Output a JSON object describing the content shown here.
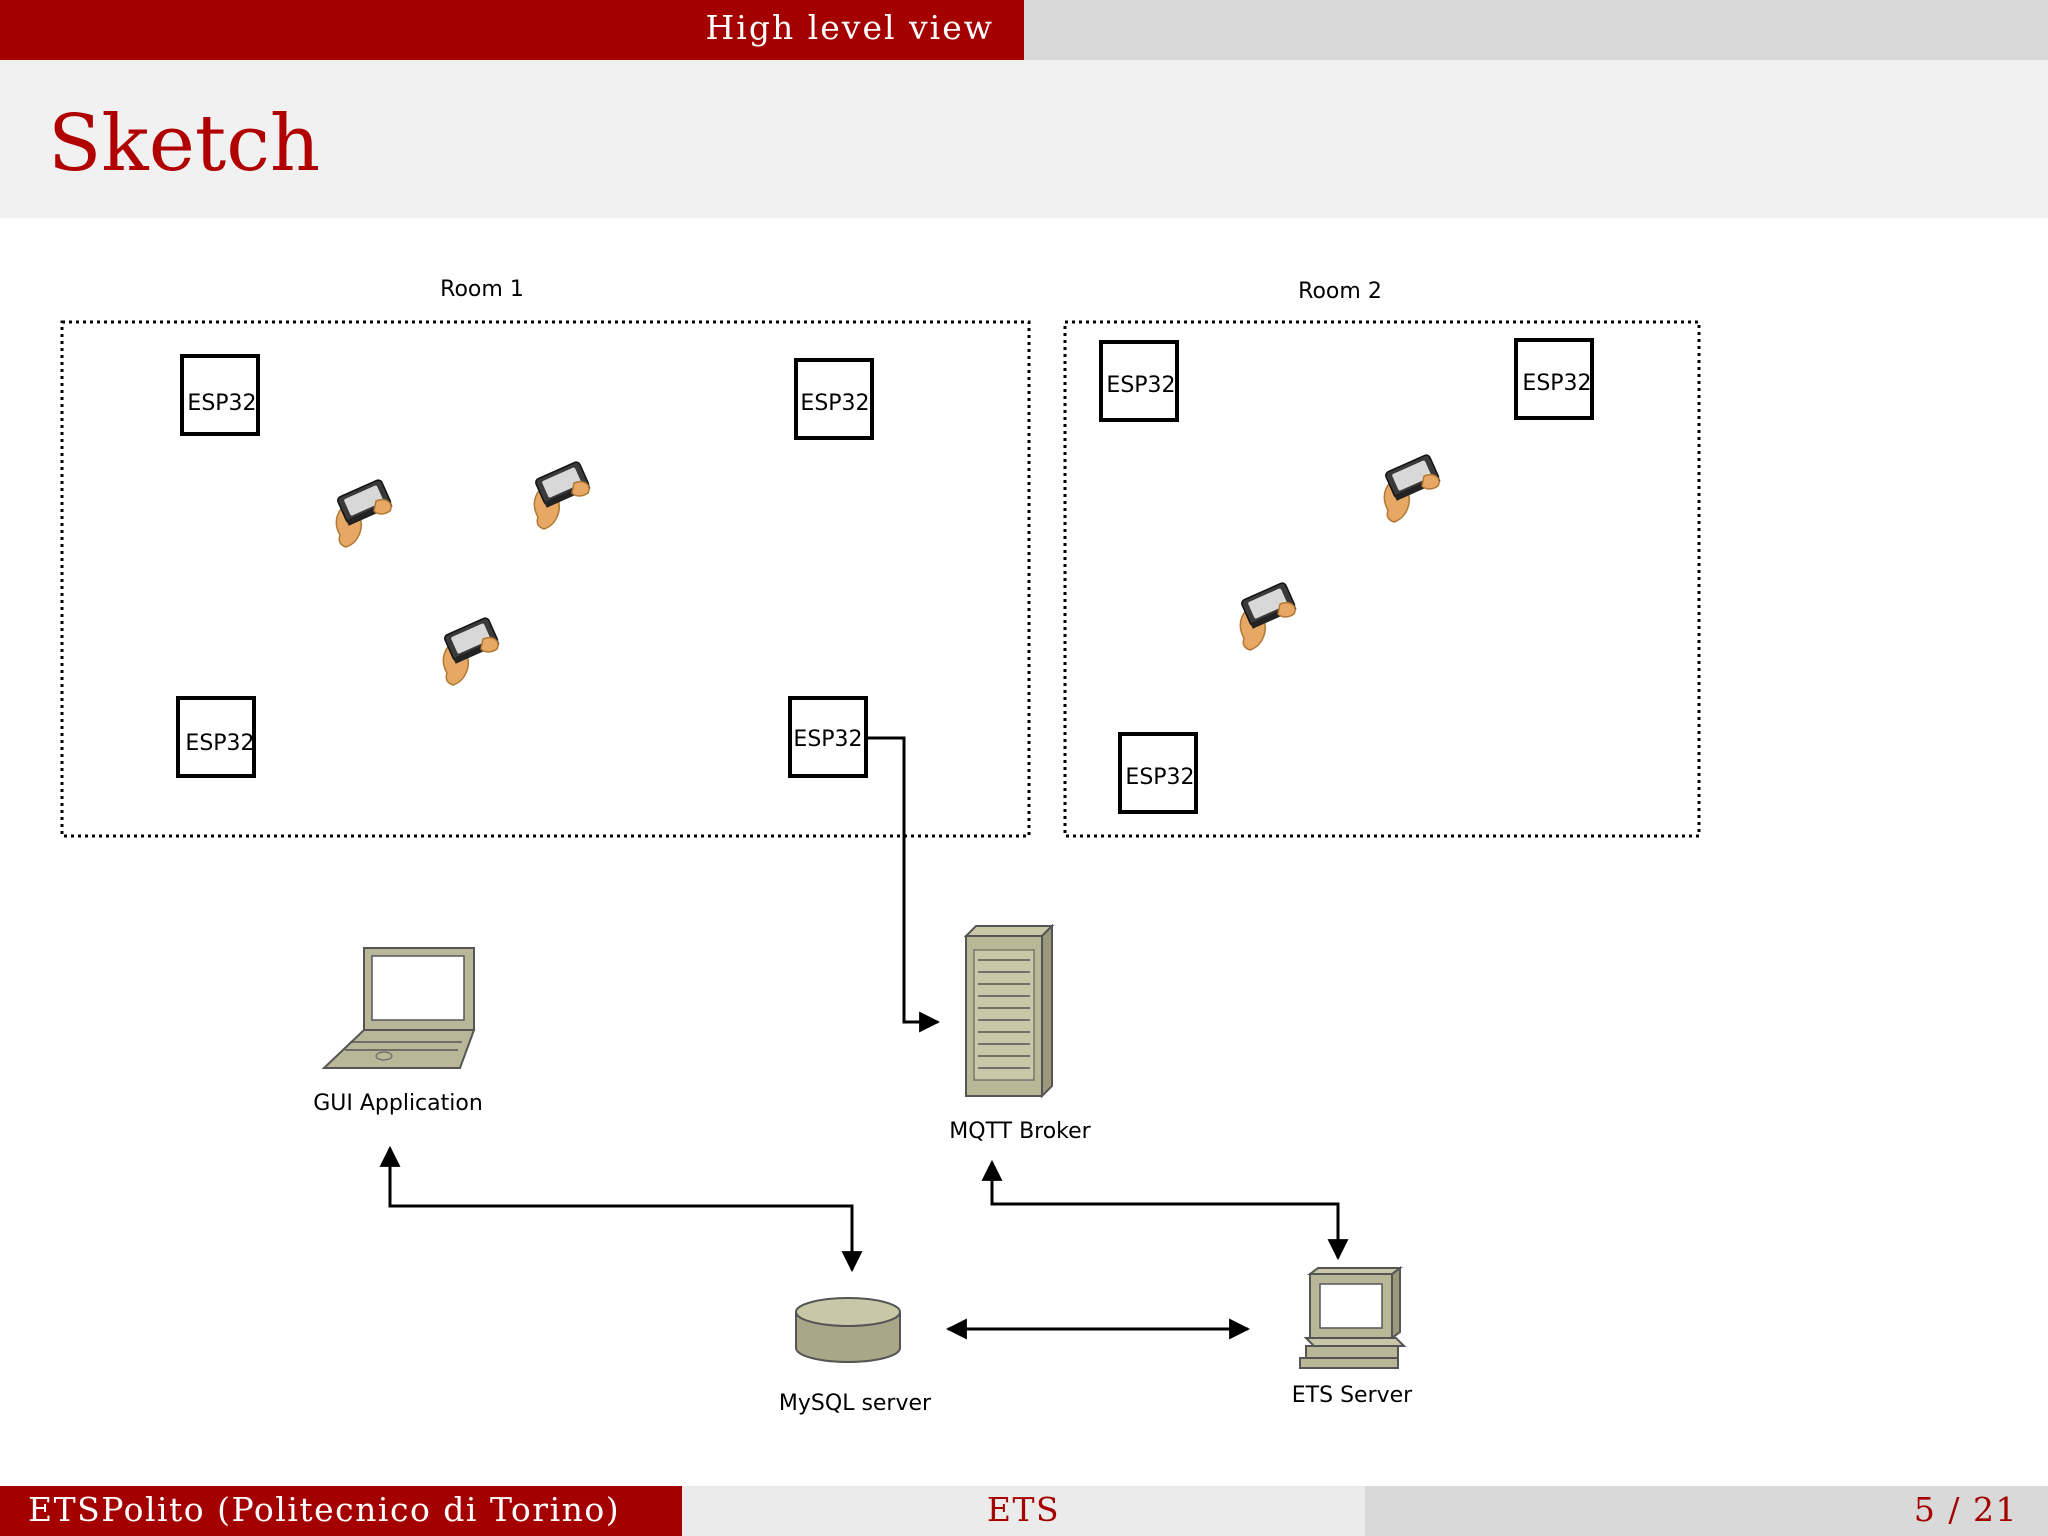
{
  "header": {
    "section": "High level view"
  },
  "slide": {
    "title": "Sketch"
  },
  "diagram": {
    "rooms": [
      {
        "label": "Room 1"
      },
      {
        "label": "Room 2"
      }
    ],
    "device_label": "ESP32",
    "nodes": {
      "gui": "GUI Application",
      "mqtt": "MQTT Broker",
      "mysql": "MySQL server",
      "ets": "ETS Server"
    }
  },
  "footer": {
    "left": "ETSPolito (Politecnico di Torino)",
    "center": "ETS",
    "right": "5 / 21"
  }
}
